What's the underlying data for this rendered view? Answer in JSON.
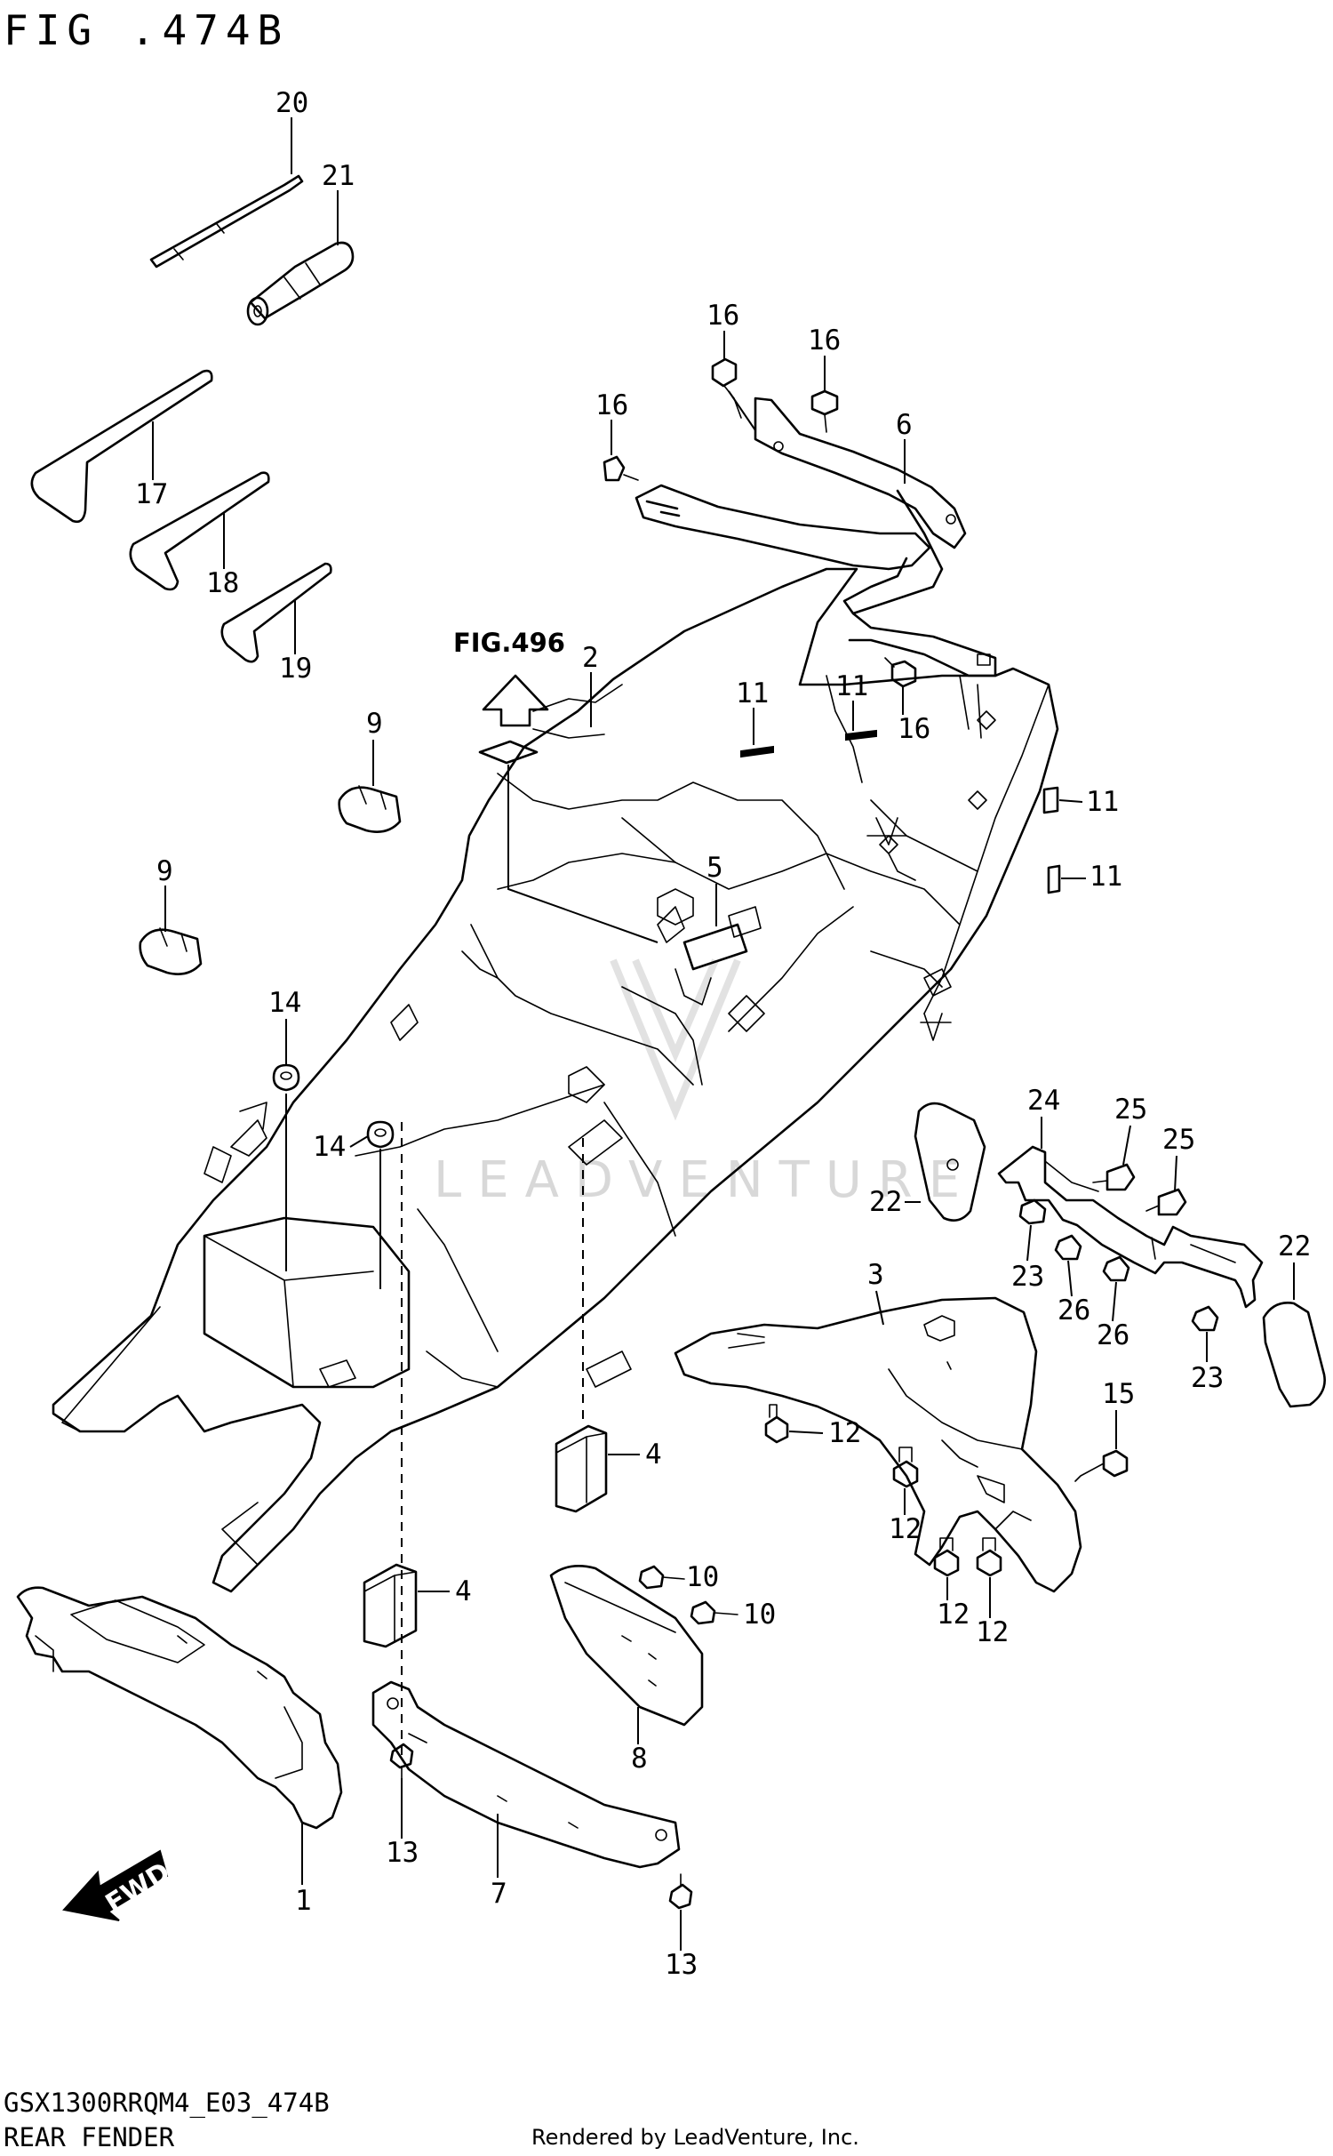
{
  "figure_title": "FIG .474B",
  "model_code": "GSX1300RRQM4_E03_474B",
  "section_name": "REAR FENDER",
  "credit": "Rendered by LeadVenture, Inc.",
  "watermark": "LEADVENTURE",
  "reference": {
    "label": "FIG.496"
  },
  "direction_badge": "FWD",
  "callouts": [
    {
      "n": "20"
    },
    {
      "n": "21"
    },
    {
      "n": "16"
    },
    {
      "n": "16"
    },
    {
      "n": "16"
    },
    {
      "n": "6"
    },
    {
      "n": "17"
    },
    {
      "n": "18"
    },
    {
      "n": "19"
    },
    {
      "n": "2"
    },
    {
      "n": "11"
    },
    {
      "n": "11"
    },
    {
      "n": "16"
    },
    {
      "n": "11"
    },
    {
      "n": "11"
    },
    {
      "n": "9"
    },
    {
      "n": "9"
    },
    {
      "n": "5"
    },
    {
      "n": "14"
    },
    {
      "n": "14"
    },
    {
      "n": "24"
    },
    {
      "n": "25"
    },
    {
      "n": "25"
    },
    {
      "n": "22"
    },
    {
      "n": "23"
    },
    {
      "n": "26"
    },
    {
      "n": "26"
    },
    {
      "n": "22"
    },
    {
      "n": "23"
    },
    {
      "n": "3"
    },
    {
      "n": "15"
    },
    {
      "n": "12"
    },
    {
      "n": "4"
    },
    {
      "n": "12"
    },
    {
      "n": "10"
    },
    {
      "n": "4"
    },
    {
      "n": "10"
    },
    {
      "n": "12"
    },
    {
      "n": "12"
    },
    {
      "n": "8"
    },
    {
      "n": "13"
    },
    {
      "n": "1"
    },
    {
      "n": "7"
    },
    {
      "n": "13"
    }
  ]
}
